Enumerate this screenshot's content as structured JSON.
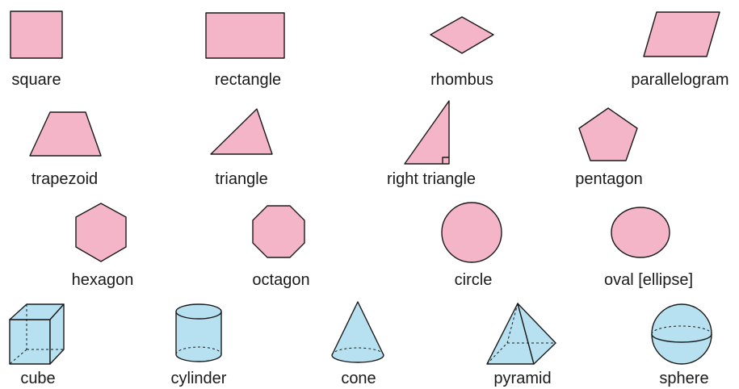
{
  "colors": {
    "flat_fill": "#f4b5c8",
    "solid_fill": "#b7e1f1",
    "stroke": "#1a1a1a",
    "label": "#1a1a1a"
  },
  "shapes": {
    "flat": [
      {
        "label": "square",
        "icon": "square-icon"
      },
      {
        "label": "rectangle",
        "icon": "rectangle-icon"
      },
      {
        "label": "rhombus",
        "icon": "rhombus-icon"
      },
      {
        "label": "parallelogram",
        "icon": "parallelogram-icon"
      },
      {
        "label": "trapezoid",
        "icon": "trapezoid-icon"
      },
      {
        "label": "triangle",
        "icon": "triangle-icon"
      },
      {
        "label": "right triangle",
        "icon": "right-triangle-icon"
      },
      {
        "label": "pentagon",
        "icon": "pentagon-icon"
      },
      {
        "label": "hexagon",
        "icon": "hexagon-icon"
      },
      {
        "label": "octagon",
        "icon": "octagon-icon"
      },
      {
        "label": "circle",
        "icon": "circle-icon"
      },
      {
        "label": "oval [ellipse]",
        "icon": "oval-icon"
      }
    ],
    "solid": [
      {
        "label": "cube",
        "icon": "cube-icon"
      },
      {
        "label": "cylinder",
        "icon": "cylinder-icon"
      },
      {
        "label": "cone",
        "icon": "cone-icon"
      },
      {
        "label": "pyramid",
        "icon": "pyramid-icon"
      },
      {
        "label": "sphere",
        "icon": "sphere-icon"
      }
    ]
  }
}
